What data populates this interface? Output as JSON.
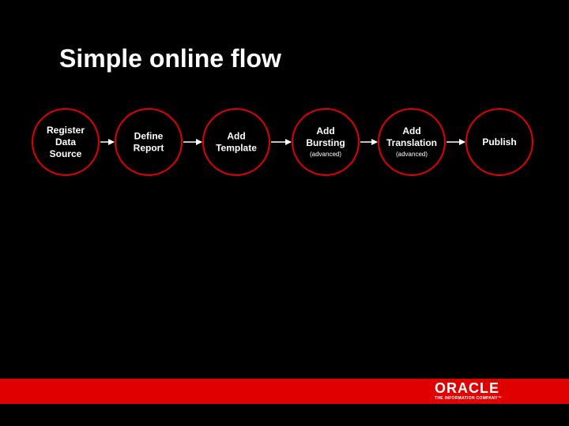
{
  "slide": {
    "title": "Simple online flow"
  },
  "flow": {
    "node_color": "#e00000",
    "steps": [
      {
        "lines": [
          "Register",
          "Data",
          "Source"
        ],
        "note": ""
      },
      {
        "lines": [
          "Define",
          "Report"
        ],
        "note": ""
      },
      {
        "lines": [
          "Add",
          "Template"
        ],
        "note": ""
      },
      {
        "lines": [
          "Add",
          "Bursting"
        ],
        "note": "(advanced)"
      },
      {
        "lines": [
          "Add",
          "Translation"
        ],
        "note": "(advanced)"
      },
      {
        "lines": [
          "Publish"
        ],
        "note": ""
      }
    ]
  },
  "footer": {
    "bar_color": "#e00000",
    "logo_word": "ORACLE",
    "logo_tagline": "THE INFORMATION COMPANY™"
  }
}
